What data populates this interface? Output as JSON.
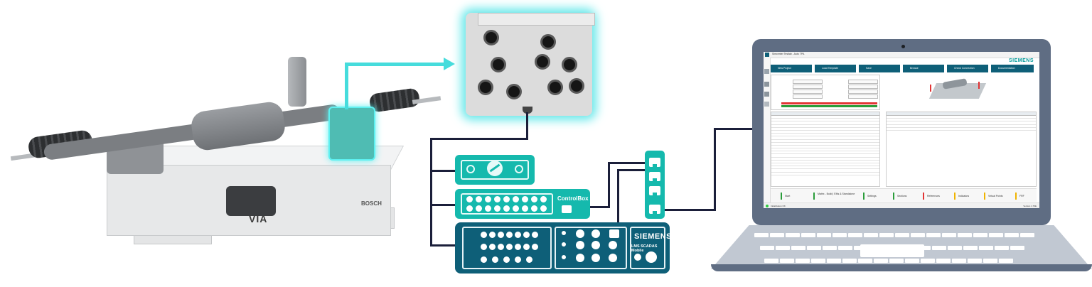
{
  "rig": {
    "logo_text": "VIA",
    "brand_text": "BOSCH"
  },
  "hardware": {
    "control_box_label": "ControlBox",
    "scadas_brand": "SIEMENS",
    "scadas_model": "LMS SCADAS Mobile"
  },
  "software": {
    "window_title": "Simcenter Testlab - Auto TPA",
    "brand": "SIEMENS",
    "toolbar": [
      "New Project",
      "Load Template",
      "Save",
      "Browse",
      "Check Connection",
      "Documentation"
    ],
    "bottom_tabs": [
      "Start",
      "Matrix - Build | EMs & Standalone",
      "Settings",
      "Sections",
      "References",
      "Indicators",
      "Virtual Points",
      "FRF"
    ],
    "status_left": "Initialization OK",
    "status_right": "Version 1.70E"
  },
  "colors": {
    "teal": "#15b9ad",
    "scadas_blue": "#0e5f78",
    "cyan_highlight": "#46dcdc",
    "cable": "#1b1f3a",
    "laptop": "#5f6d83"
  }
}
